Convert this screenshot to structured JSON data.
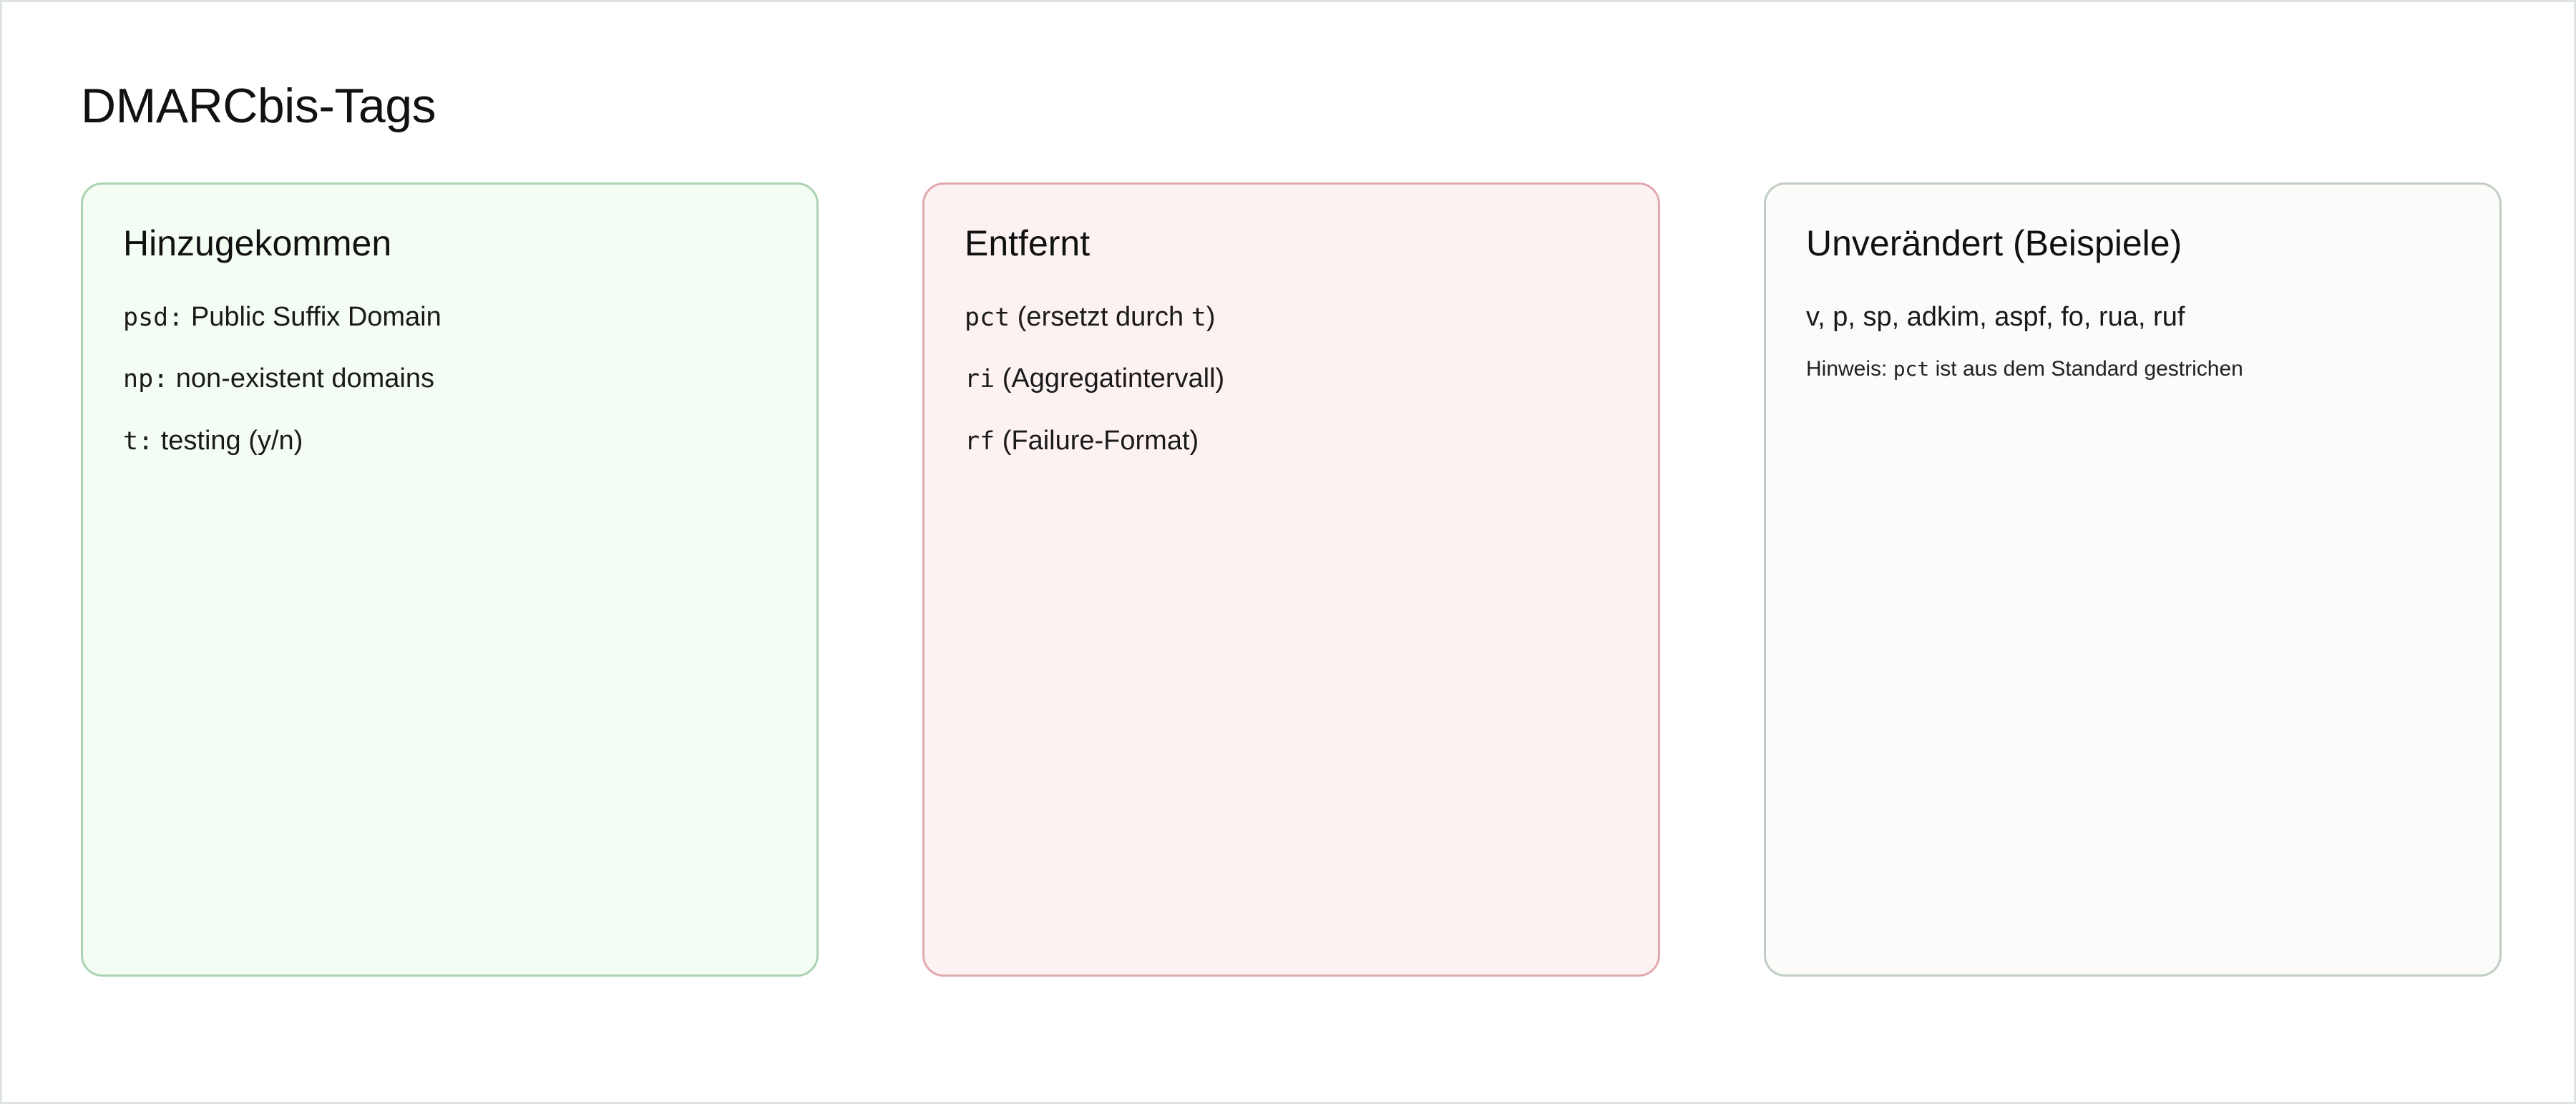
{
  "page": {
    "title": "DMARCbis-Tags"
  },
  "cards": [
    {
      "id": "added",
      "title": "Hinzugekommen",
      "accent_border": "#abd3b2",
      "accent_background": "#f3fdf4",
      "items": [
        {
          "tag": "psd:",
          "text": " Public Suffix Domain"
        },
        {
          "tag": "np:",
          "text": " non-existent domains"
        },
        {
          "tag": "t:",
          "text": " testing (y/n)"
        }
      ],
      "note": null
    },
    {
      "id": "removed",
      "title": "Entfernt",
      "accent_border": "#e1a9ad",
      "accent_background": "#fdf2f2",
      "items": [
        {
          "tag": "pct",
          "text": " (ersetzt durch ",
          "tag_tail": "t",
          "text_tail": ")"
        },
        {
          "tag": "ri",
          "text": " (Aggregatintervall)"
        },
        {
          "tag": "rf",
          "text": " (Failure-Format)"
        }
      ],
      "note": null
    },
    {
      "id": "unchanged",
      "title": "Unverändert (Beispiele)",
      "accent_border": "#c2cec3",
      "accent_background": "#fbfbfa",
      "items": [
        {
          "tag": "",
          "text": "v, p, sp, adkim, aspf, fo, rua, ruf"
        }
      ],
      "note": {
        "prefix": "Hinweis: ",
        "tag": "pct",
        "suffix": " ist aus dem Standard gestrichen"
      }
    }
  ]
}
